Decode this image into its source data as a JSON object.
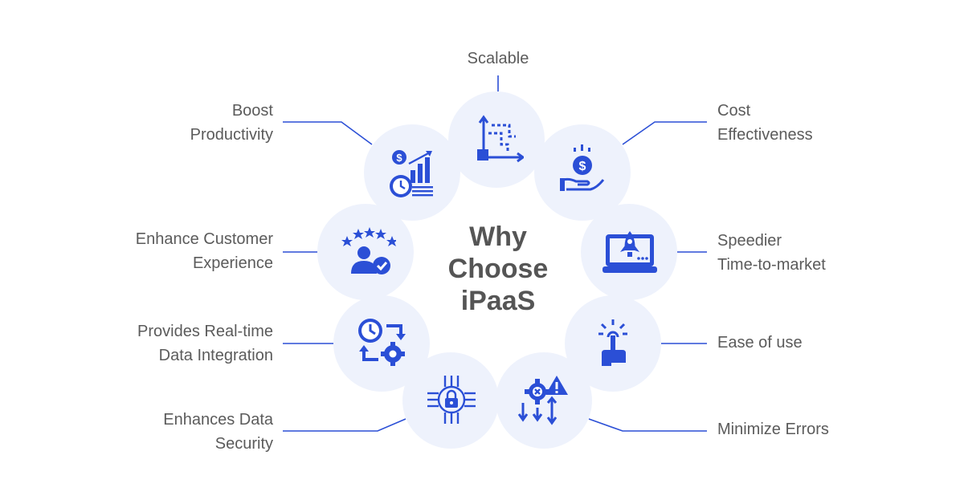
{
  "center": {
    "line1": "Why",
    "line2": "Choose",
    "line3": "iPaaS"
  },
  "colors": {
    "accent": "#2b4fd6",
    "petal": "#eef2fc",
    "connector": "#2b4fd6",
    "text": "#5b5b5b"
  },
  "benefits": [
    {
      "id": "scalable",
      "lines": [
        "Scalable"
      ],
      "icon": "scalable-grid-icon"
    },
    {
      "id": "cost",
      "lines": [
        "Cost",
        "Effectiveness"
      ],
      "icon": "dollar-hand-icon"
    },
    {
      "id": "speed",
      "lines": [
        "Speedier",
        "Time-to-market"
      ],
      "icon": "rocket-laptop-icon"
    },
    {
      "id": "ease",
      "lines": [
        "Ease of use"
      ],
      "icon": "tap-hand-icon"
    },
    {
      "id": "errors",
      "lines": [
        "Minimize Errors"
      ],
      "icon": "gear-warning-icon"
    },
    {
      "id": "security",
      "lines": [
        "Enhances Data",
        "Security"
      ],
      "icon": "lock-circuit-icon"
    },
    {
      "id": "realtime",
      "lines": [
        "Provides Real-time",
        "Data Integration"
      ],
      "icon": "clock-gear-sync-icon"
    },
    {
      "id": "customer",
      "lines": [
        "Enhance Customer",
        "Experience"
      ],
      "icon": "stars-user-icon"
    },
    {
      "id": "productivity",
      "lines": [
        "Boost",
        "Productivity"
      ],
      "icon": "growth-chart-icon"
    }
  ]
}
